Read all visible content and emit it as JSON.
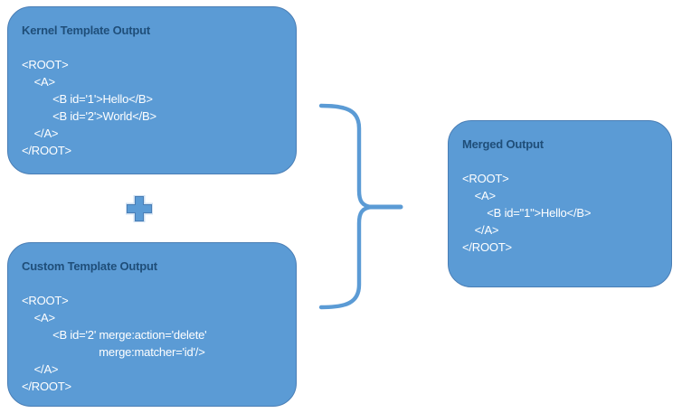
{
  "colors": {
    "background": "#FFFFFF",
    "box_fill": "#5B9BD5",
    "box_border": "#4A7EB5",
    "title_color": "#1F4E79",
    "code_color": "#FFFFFF",
    "connector_color": "#5B9BD5",
    "plus_halo": "#CFE0F2"
  },
  "icons": {
    "plus": "plus-icon",
    "brace": "right-curly-brace-icon"
  },
  "boxes": {
    "kernel": {
      "title": "Kernel Template Output",
      "code": [
        "<ROOT>",
        "    <A>",
        "          <B id='1'>Hello</B>",
        "          <B id='2'>World</B>",
        "    </A>",
        "</ROOT>"
      ]
    },
    "custom": {
      "title": "Custom Template Output",
      "code": [
        "<ROOT>",
        "    <A>",
        "          <B id='2' merge:action='delete'",
        "                         merge:matcher='id'/>",
        "    </A>",
        "</ROOT>"
      ]
    },
    "merged": {
      "title": "Merged Output",
      "code": [
        "<ROOT>",
        "    <A>",
        "        <B id=\"1\">Hello</B>",
        "    </A>",
        "</ROOT>"
      ]
    }
  }
}
